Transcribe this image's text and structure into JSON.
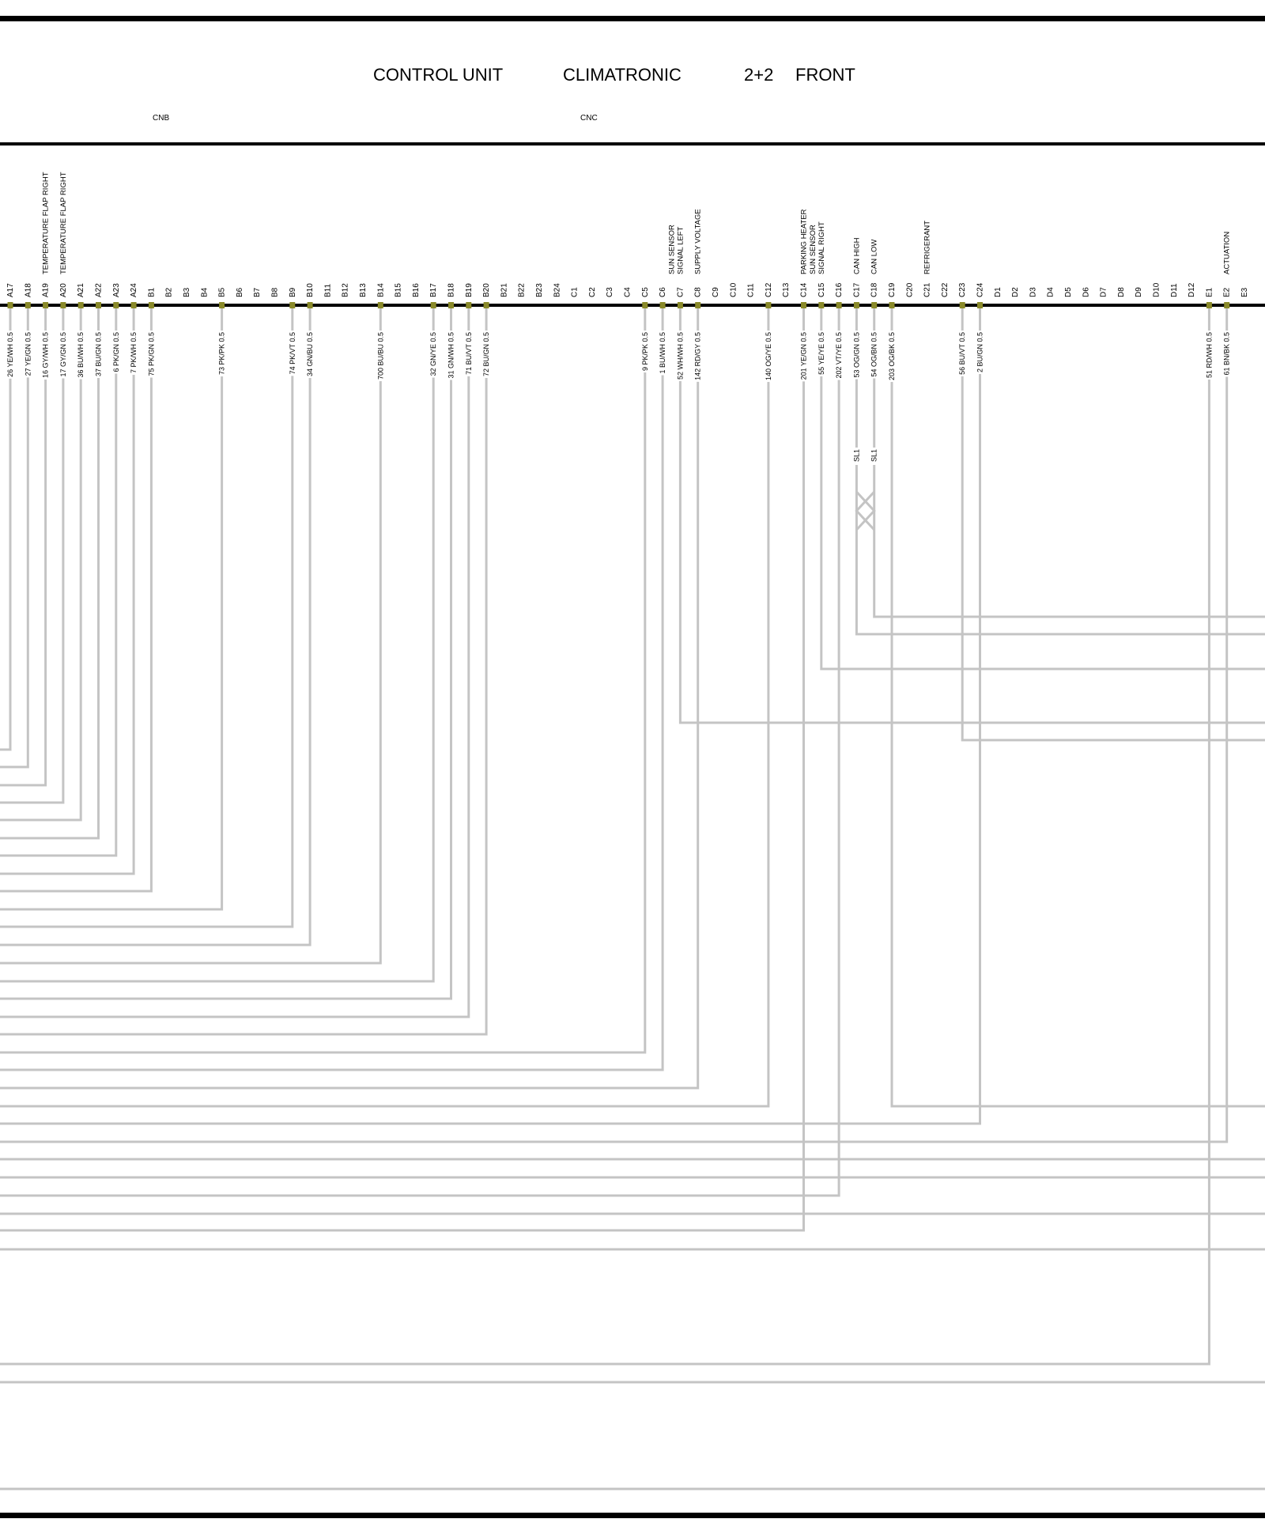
{
  "header": {
    "title_parts": [
      "CONTROL UNIT",
      "CLIMATRONIC",
      "2+2",
      "FRONT"
    ]
  },
  "connectors": [
    "CNB",
    "CNC"
  ],
  "pins": [
    "A17",
    "A18",
    "A19",
    "A20",
    "A21",
    "A22",
    "A23",
    "A24",
    "B1",
    "B2",
    "B3",
    "B4",
    "B5",
    "B6",
    "B7",
    "B8",
    "B9",
    "B10",
    "B11",
    "B12",
    "B13",
    "B14",
    "B15",
    "B16",
    "B17",
    "B18",
    "B19",
    "B20",
    "B21",
    "B22",
    "B23",
    "B24",
    "C1",
    "C2",
    "C3",
    "C4",
    "C5",
    "C6",
    "C7",
    "C8",
    "C9",
    "C10",
    "C11",
    "C12",
    "C13",
    "C14",
    "C15",
    "C16",
    "C17",
    "C18",
    "C19",
    "C20",
    "C21",
    "C22",
    "C23",
    "C24",
    "D1",
    "D2",
    "D3",
    "D4",
    "D5",
    "D6",
    "D7",
    "D8",
    "D9",
    "D10",
    "D11",
    "D12",
    "E1",
    "E2",
    "E3"
  ],
  "functions": [
    {
      "pin": "A19",
      "lines": [
        "TEMPERATURE FLAP RIGHT"
      ]
    },
    {
      "pin": "A20",
      "lines": [
        "TEMPERATURE FLAP RIGHT"
      ]
    },
    {
      "pin": "C7",
      "lines": [
        "SUN SENSOR",
        "SIGNAL LEFT"
      ]
    },
    {
      "pin": "C8",
      "lines": [
        "SUPPLY VOLTAGE"
      ]
    },
    {
      "pin": "C14",
      "lines": [
        "PARKING HEATER"
      ]
    },
    {
      "pin": "C15",
      "lines": [
        "SUN SENSOR",
        "SIGNAL RIGHT"
      ]
    },
    {
      "pin": "C17",
      "lines": [
        "CAN HIGH"
      ]
    },
    {
      "pin": "C18",
      "lines": [
        "CAN LOW"
      ]
    },
    {
      "pin": "C21",
      "lines": [
        "REFRIGERANT"
      ]
    },
    {
      "pin": "E2",
      "lines": [
        "ACTUATION"
      ]
    }
  ],
  "wires": [
    {
      "pin": "A17",
      "label": "26 YE/WH 0.5"
    },
    {
      "pin": "A18",
      "label": "27 YE/GN 0.5"
    },
    {
      "pin": "A19",
      "label": "16 GY/WH 0.5"
    },
    {
      "pin": "A20",
      "label": "17 GY/GN 0.5"
    },
    {
      "pin": "A21",
      "label": "36 BU/WH 0.5"
    },
    {
      "pin": "A22",
      "label": "37 BU/GN 0.5"
    },
    {
      "pin": "A23",
      "label": "6 PK/GN 0.5"
    },
    {
      "pin": "A24",
      "label": "7 PK/WH 0.5"
    },
    {
      "pin": "B1",
      "label": "75 PK/GN 0.5"
    },
    {
      "pin": "B5",
      "label": "73 PK/PK 0.5"
    },
    {
      "pin": "B9",
      "label": "74 PK/VT 0.5"
    },
    {
      "pin": "B10",
      "label": "34 GN/BU 0.5"
    },
    {
      "pin": "B14",
      "label": "700 BU/BU 0.5"
    },
    {
      "pin": "B17",
      "label": "32 GN/YE 0.5"
    },
    {
      "pin": "B18",
      "label": "31 GN/WH 0.5"
    },
    {
      "pin": "B19",
      "label": "71 BU/VT 0.5"
    },
    {
      "pin": "B20",
      "label": "72 BU/GN 0.5"
    },
    {
      "pin": "C5",
      "label": "9 PK/PK 0.5"
    },
    {
      "pin": "C6",
      "label": "1 BU/WH 0.5"
    },
    {
      "pin": "C7",
      "label": "52 WH/WH 0.5"
    },
    {
      "pin": "C8",
      "label": "142 RD/GY 0.5"
    },
    {
      "pin": "C12",
      "label": "140 OG/YE 0.5"
    },
    {
      "pin": "C14",
      "label": "201 YE/GN 0.5"
    },
    {
      "pin": "C15",
      "label": "55 YE/YE 0.5"
    },
    {
      "pin": "C16",
      "label": "202 VT/YE 0.5"
    },
    {
      "pin": "C17",
      "label": "53 OG/GN 0.5"
    },
    {
      "pin": "C18",
      "label": "54 OG/BN 0.5"
    },
    {
      "pin": "C19",
      "label": "203 OG/BK 0.5"
    },
    {
      "pin": "C23",
      "label": "56 BU/VT 0.5"
    },
    {
      "pin": "C24",
      "label": "2 BU/GN 0.5"
    },
    {
      "pin": "E1",
      "label": "51 RD/WH 0.5"
    },
    {
      "pin": "E2",
      "label": "61 BN/BK 0.5"
    }
  ],
  "twisted_pair": {
    "label": "SL1",
    "pins": [
      "C17",
      "C18"
    ]
  }
}
